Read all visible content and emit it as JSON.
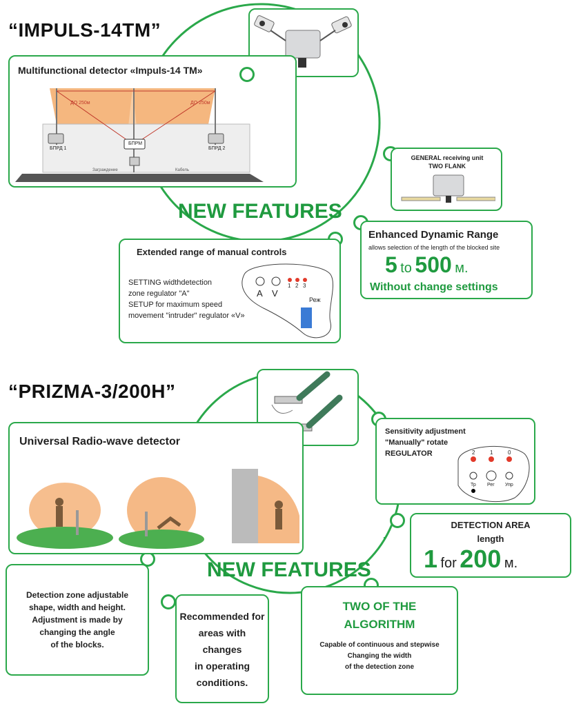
{
  "impuls": {
    "title": "“IMPULS-14TM”",
    "detector_heading": "Multifunctional detector «Impuls-14 TM»",
    "diagram": {
      "range_left": "ДО 250м",
      "range_right": "ДО 250м",
      "bprd1": "БПРД 1",
      "bprd2": "БПРД 2",
      "bprm": "БПРМ",
      "label_bottom_left": "Заграждение",
      "label_bottom_right": "Кабель"
    },
    "receiving_unit": {
      "line1": "GENERAL receiving unit",
      "line2": "TWO FLANK"
    },
    "new_features": "NEW FEATURES",
    "manual": {
      "heading": "Extended range of manual controls",
      "line1": "SETTING widthdetection",
      "line2": "zone regulator \"A\"",
      "line3": "SETUP for maximum speed",
      "line4": "movement \"intruder\" regulator «V»",
      "dial_a": "A",
      "dial_v": "V",
      "led1": "1",
      "led2": "2",
      "led3": "3",
      "mode_label": "Реж"
    },
    "dynamic": {
      "heading": "Enhanced Dynamic Range",
      "sub": "allows selection of the length of the blocked site",
      "from": "5",
      "to_word": "to",
      "to": "500",
      "unit": "м.",
      "note": "Without change settings"
    }
  },
  "prizma": {
    "title": "“PRIZMA-3/200H”",
    "detector_heading": "Universal Radio-wave detector",
    "sensitivity": {
      "line1": "Sensitivity adjustment",
      "line2": "\"Manually\" rotate",
      "line3": "REGULATOR",
      "led2": "2",
      "led1": "1",
      "led0": "0",
      "tp": "Тр",
      "reg": "Рег",
      "upr": "Упр"
    },
    "area": {
      "heading": "DETECTION AREA",
      "sub": "length",
      "from": "1",
      "for_word": "for",
      "to": "200",
      "unit": "м."
    },
    "new_features": "NEW FEATURES",
    "zone": {
      "line1": "Detection zone adjustable",
      "line2": "shape, width and height.",
      "line3": "Adjustment is made by",
      "line4": "changing the angle",
      "line5": "of the blocks."
    },
    "recommended": {
      "line1": "Recommended for",
      "line2": "areas with",
      "line3": "changes",
      "line4": "in operating",
      "line5": "conditions."
    },
    "algorithm": {
      "line1": "TWO OF THE",
      "line2": "ALGORITHM",
      "line3": "Capable of continuous and stepwise",
      "line4": "Changing the width",
      "line5": "of the detection zone"
    }
  },
  "colors": {
    "accent": "#2aa84a",
    "feature_green": "#1f9a3f",
    "led_red": "#e23a2a",
    "orange": "#f0a040"
  }
}
